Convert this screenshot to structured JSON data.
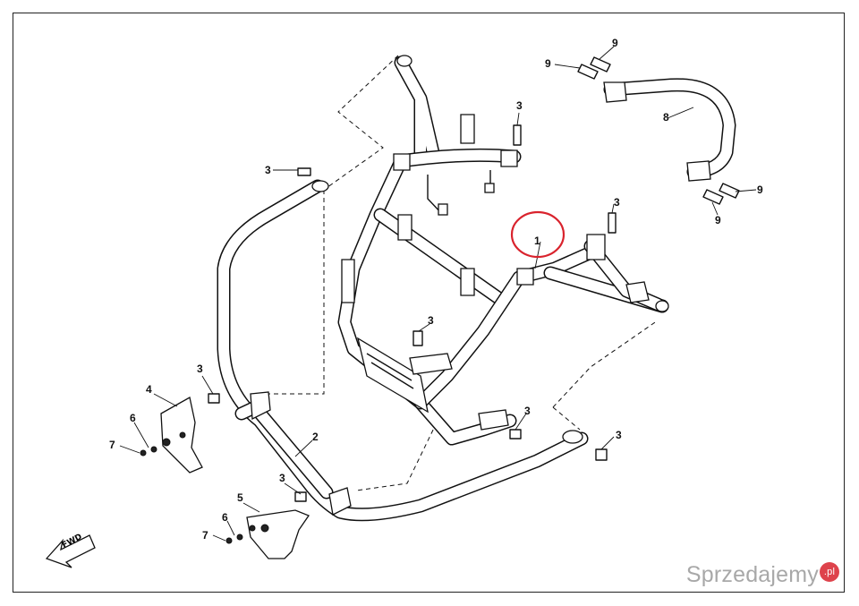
{
  "diagram": {
    "callouts": {
      "c1": "1",
      "c2": "2",
      "c3a": "3",
      "c3b": "3",
      "c3c": "3",
      "c3d": "3",
      "c3e": "3",
      "c3f": "3",
      "c3g": "3",
      "c3h": "3",
      "c4": "4",
      "c5": "5",
      "c6a": "6",
      "c6b": "6",
      "c7a": "7",
      "c7b": "7",
      "c8": "8",
      "c9a": "9",
      "c9b": "9",
      "c9c": "9",
      "c9d": "9"
    },
    "direction_label": "FWD",
    "highlight_color": "#d9232d"
  },
  "watermark": {
    "text": "Sprzedajemy",
    "badge": ".pl"
  }
}
